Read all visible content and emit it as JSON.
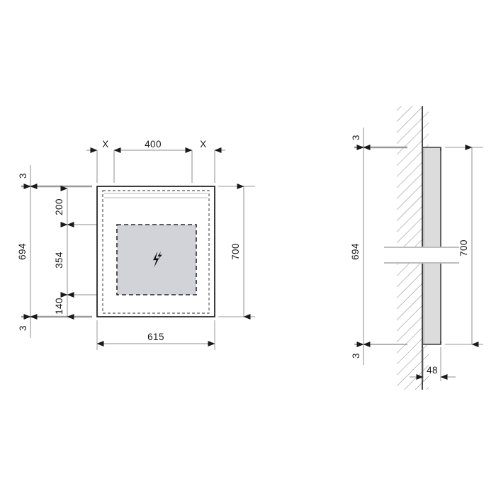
{
  "drawing": {
    "title": "Wall-mounted panel — front elevation and vertical wall section",
    "units": "mm",
    "background_color": "#ffffff",
    "line_color": "#1a1a1a",
    "dim_line_color": "#8c8c8c",
    "panel_fill_color": "#d2d3d9",
    "section_fill_color": "#dcdcdc",
    "hatch_color": "#8c8c8c"
  },
  "front_view": {
    "name": "front-elevation",
    "outer_frame": {
      "width_label": "615",
      "height_label": "700"
    },
    "top_dimensions": [
      {
        "id": "x-left",
        "label": "X"
      },
      {
        "id": "center-400",
        "label": "400"
      },
      {
        "id": "x-right",
        "label": "X"
      }
    ],
    "left_dimensions": [
      {
        "id": "gap-top-3",
        "label": "3"
      },
      {
        "id": "overall-694",
        "label": "694"
      },
      {
        "id": "gap-bottom-3",
        "label": "3"
      }
    ],
    "inner_chain_dimensions": [
      {
        "id": "top-200",
        "label": "200"
      },
      {
        "id": "middle-354",
        "label": "354"
      },
      {
        "id": "bottom-140",
        "label": "140"
      }
    ],
    "right_dimension": {
      "id": "height-700",
      "label": "700"
    },
    "bottom_dimension": {
      "id": "width-615",
      "label": "615"
    },
    "inner_panel": {
      "name": "shaded-access-panel",
      "symbol": "lightning-bolt-icon",
      "symbol_meaning": "electrical hazard"
    }
  },
  "section_view": {
    "name": "wall-section",
    "wall": {
      "name": "hatched-wall",
      "hatch_style": "45-degree-diagonal"
    },
    "panel": {
      "name": "section-panel"
    },
    "left_dimensions": [
      {
        "id": "sec-gap-top-3",
        "label": "3"
      },
      {
        "id": "sec-overall-694",
        "label": "694"
      },
      {
        "id": "sec-gap-bottom-3",
        "label": "3"
      }
    ],
    "right_dimension": {
      "id": "sec-height-700",
      "label": "700"
    },
    "bottom_dimension": {
      "id": "sec-depth-48",
      "label": "48"
    },
    "break_line": {
      "name": "break-gap",
      "present": true
    }
  }
}
